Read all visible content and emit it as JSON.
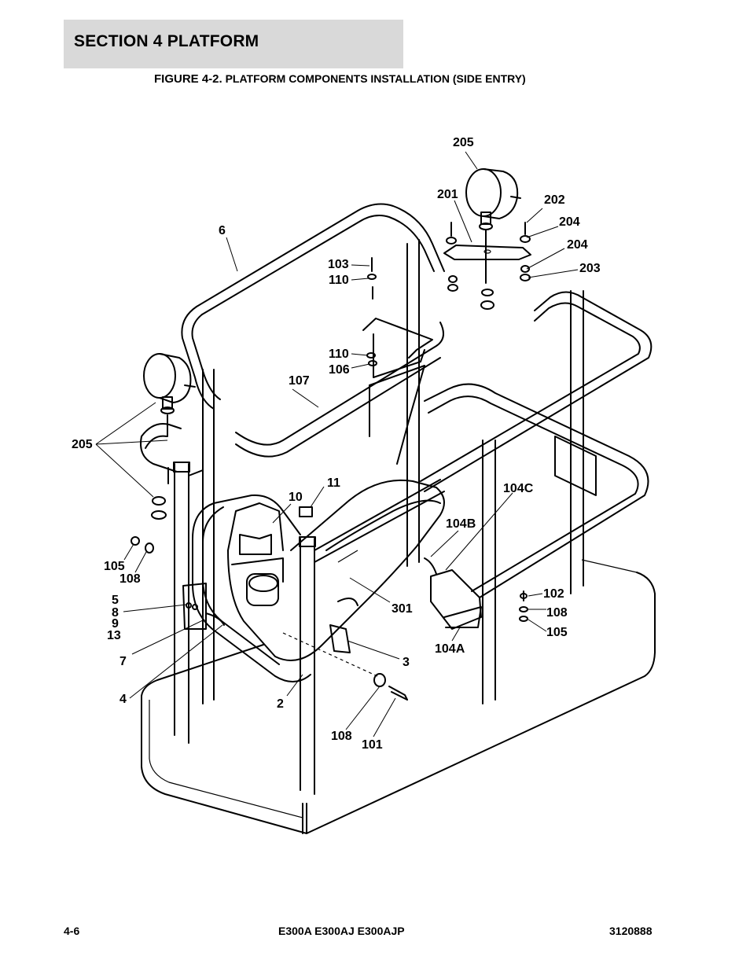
{
  "header": {
    "section_title": "SECTION 4   PLATFORM",
    "figure_number": "FIGURE 4-2.",
    "figure_title": "PLATFORM COMPONENTS INSTALLATION (SIDE ENTRY)"
  },
  "callouts": {
    "c205_top": "205",
    "c201": "201",
    "c202": "202",
    "c204_a": "204",
    "c204_b": "204",
    "c203": "203",
    "c6": "6",
    "c103": "103",
    "c110_a": "110",
    "c110_b": "110",
    "c106": "106",
    "c107": "107",
    "c205_left": "205",
    "c11": "11",
    "c10": "10",
    "c104c": "104C",
    "c104b": "104B",
    "c105_a": "105",
    "c108_a": "108",
    "c5": "5",
    "c8": "8",
    "c9": "9",
    "c13": "13",
    "c7": "7",
    "c4": "4",
    "c301": "301",
    "c102": "102",
    "c108_b": "108",
    "c105_b": "105",
    "c104a": "104A",
    "c3": "3",
    "c2": "2",
    "c108_c": "108",
    "c101": "101"
  },
  "footer": {
    "page_number": "4-6",
    "models": "E300A E300AJ E300AJP",
    "manual_number": "3120888"
  },
  "colors": {
    "header_band": "#d9d9d9",
    "ink": "#000000"
  }
}
